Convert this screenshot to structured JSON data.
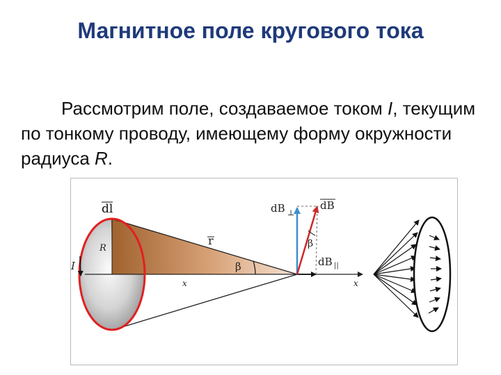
{
  "slide": {
    "title": "Магнитное поле кругового тока",
    "text_part1": "Рассмотрим поле, создаваемое током ",
    "text_I": "I",
    "text_part2": ", текущим по тонкому проводу, имеющему форму окружности радиуса ",
    "text_R": "R",
    "text_part3": "."
  },
  "figure": {
    "labels": {
      "dl": "dl",
      "R": "R",
      "I": "I",
      "r": "r",
      "beta": "β",
      "x_left": "x",
      "x_axis": "x",
      "dB_perp": "dB",
      "perp_sub": "⊥",
      "dB": "dB",
      "beta_small": "β",
      "dB_par": "dB",
      "par_sub": "||"
    },
    "colors": {
      "loop": "#e02020",
      "cone": "#b0703a",
      "dB_perp_vector": "#3a8fd0",
      "dB_vector": "#d02828",
      "title": "#1f3a7a"
    }
  }
}
